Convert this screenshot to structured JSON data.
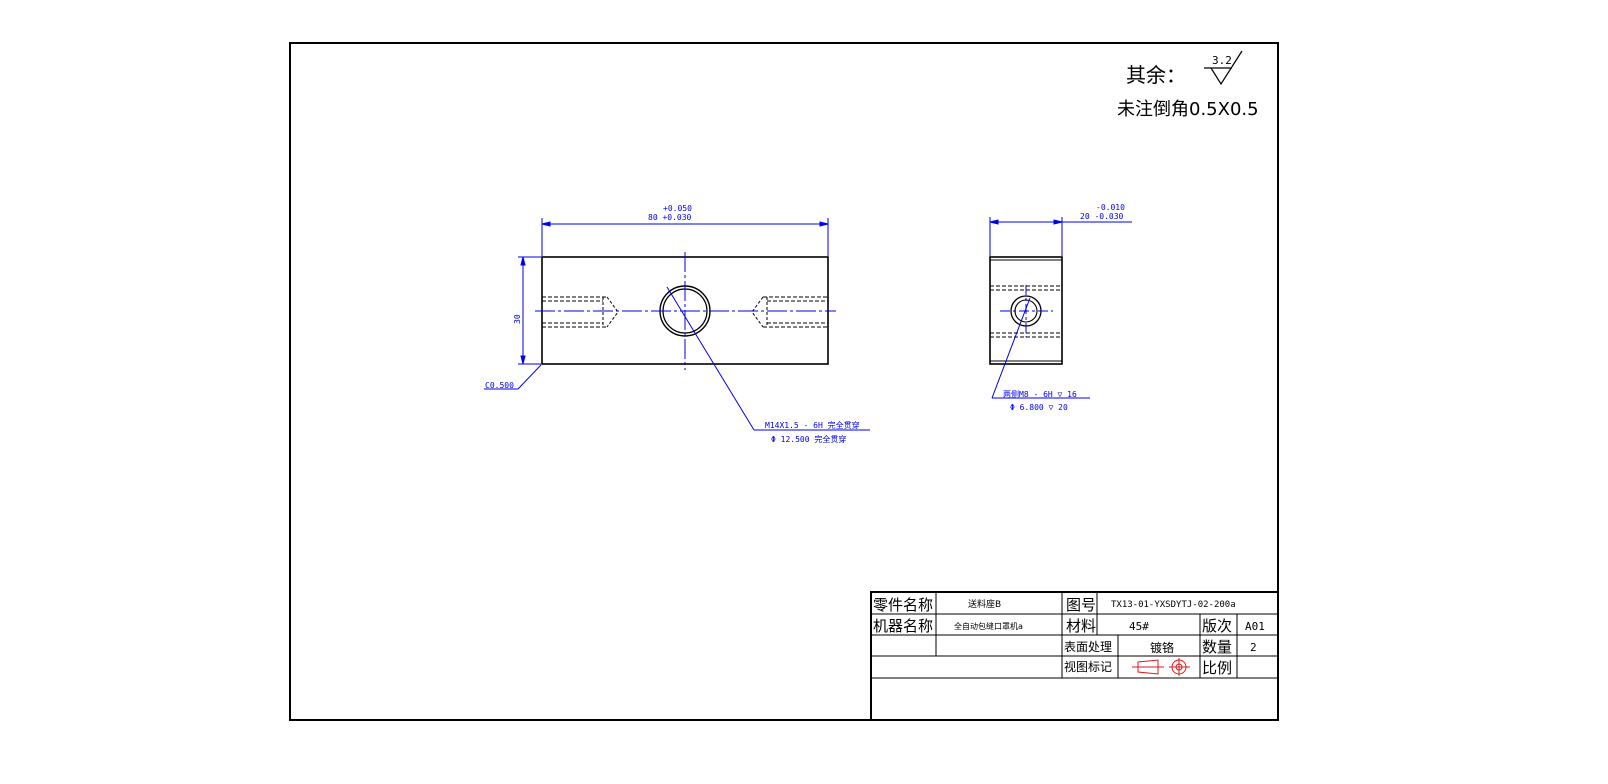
{
  "notes": {
    "roughness_prefix": "其余：",
    "roughness_value": "3.2",
    "chamfer_note": "未注倒角0.5X0.5"
  },
  "front_view": {
    "width_dim_upper": "+0.050",
    "width_dim": "80 +0.030",
    "height_dim": "30",
    "chamfer_dim": "C0.500",
    "thread_callout_1": "M14X1.5 - 6H 完全贯穿",
    "thread_callout_2": "Φ 12.500 完全贯穿"
  },
  "side_view": {
    "width_dim_upper": "-0.010",
    "width_dim": "20 -0.030",
    "thread_callout_1": "两侧M8 - 6H ▽ 16",
    "thread_callout_2": "Φ 6.800 ▽ 20"
  },
  "title_block": {
    "part_name_label": "零件名称",
    "part_name_value": "送料座B",
    "drawing_no_label": "图号",
    "drawing_no_value": "TX13-01-YXSDYTJ-02-200a",
    "machine_name_label": "机器名称",
    "machine_name_value": "全自动包缝口罩机a",
    "material_label": "材料",
    "material_value": "45#",
    "version_label": "版次",
    "version_value": "A01",
    "surface_label": "表面处理",
    "surface_value": "镀铬",
    "quantity_label": "数量",
    "quantity_value": "2",
    "view_mark_label": "视图标记",
    "scale_label": "比例",
    "scale_value": ""
  }
}
